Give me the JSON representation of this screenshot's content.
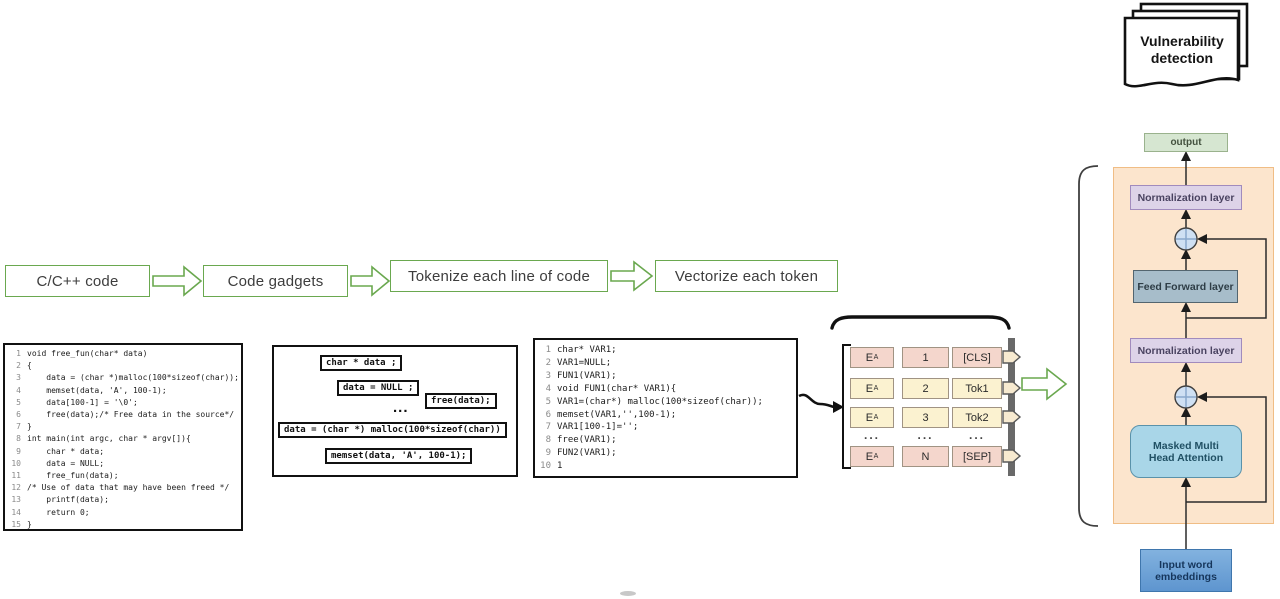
{
  "flow": {
    "steps": [
      {
        "label": "C/C++ code"
      },
      {
        "label": "Code gadgets"
      },
      {
        "label": "Tokenize each line of code"
      },
      {
        "label": "Vectorize each token"
      }
    ]
  },
  "code_sample": {
    "lines": [
      {
        "n": "1",
        "t": "void free_fun(char* data)"
      },
      {
        "n": "2",
        "t": "{"
      },
      {
        "n": "3",
        "t": "    data = (char *)malloc(100*sizeof(char));"
      },
      {
        "n": "4",
        "t": "    memset(data, 'A', 100-1);"
      },
      {
        "n": "5",
        "t": "    data[100-1] = '\\0';"
      },
      {
        "n": "6",
        "t": "    free(data);/* Free data in the source*/"
      },
      {
        "n": "7",
        "t": "}"
      },
      {
        "n": "8",
        "t": "int main(int argc, char * argv[]){"
      },
      {
        "n": "9",
        "t": "    char * data;"
      },
      {
        "n": "10",
        "t": "    data = NULL;"
      },
      {
        "n": "11",
        "t": "    free_fun(data);"
      },
      {
        "n": "12",
        "t": "/* Use of data that may have been freed */"
      },
      {
        "n": "13",
        "t": "    printf(data);"
      },
      {
        "n": "14",
        "t": "    return 0;"
      },
      {
        "n": "15",
        "t": "}"
      }
    ]
  },
  "gadget_box": {
    "snippets": [
      {
        "t": "char * data ;"
      },
      {
        "t": "data = NULL ;"
      },
      {
        "t": "free(data);"
      },
      {
        "t": "data = (char *) malloc(100*sizeof(char))"
      },
      {
        "t": "memset(data, 'A', 100-1);"
      }
    ],
    "ellipsis": "..."
  },
  "normalized_code": {
    "lines": [
      {
        "n": "1",
        "t": "char* VAR1;"
      },
      {
        "n": "2",
        "t": "VAR1=NULL;"
      },
      {
        "n": "3",
        "t": "FUN1(VAR1);"
      },
      {
        "n": "4",
        "t": "void FUN1(char* VAR1){"
      },
      {
        "n": "5",
        "t": "VAR1=(char*) malloc(100*sizeof(char));"
      },
      {
        "n": "6",
        "t": "memset(VAR1,'',100-1);"
      },
      {
        "n": "7",
        "t": "VAR1[100-1]='';"
      },
      {
        "n": "8",
        "t": "free(VAR1);"
      },
      {
        "n": "9",
        "t": "FUN2(VAR1);"
      },
      {
        "n": "10",
        "t": "1"
      }
    ]
  },
  "token_grid": {
    "rows": [
      {
        "e": "E",
        "esub": "A",
        "pos": "1",
        "tok": "[CLS]",
        "tone": "pink"
      },
      {
        "e": "E",
        "esub": "A",
        "pos": "2",
        "tok": "Tok1",
        "tone": "yellow"
      },
      {
        "e": "E",
        "esub": "A",
        "pos": "3",
        "tok": "Tok2",
        "tone": "yellow"
      },
      {
        "e": "E",
        "esub": "A",
        "pos": "N",
        "tok": "[SEP]",
        "tone": "pink"
      }
    ],
    "dots_row": {
      "c1": "...",
      "c2": "...",
      "c3": "..."
    }
  },
  "transformer": {
    "output_label": "output",
    "norm1_label": "Normalization layer",
    "ff_label": "Feed Forward layer",
    "norm2_label": "Normalization layer",
    "attention_label": "Masked Multi Head Attention",
    "input_label": "Input word embeddings"
  },
  "result": {
    "title": "Vulnerability detection"
  },
  "colors": {
    "flow_green": "#6aa84f",
    "token_pink": "#f4d6cc",
    "token_yellow": "#fbf2d0",
    "collector_gray": "#696969",
    "panel_orange": "#fce5cd",
    "norm_purple": "#ddd3e8",
    "ff_gray_blue": "#a7bdca",
    "attention_blue": "#a9d6e8",
    "input_blue": "#6fa8dc",
    "output_green": "#d6e6d1"
  }
}
